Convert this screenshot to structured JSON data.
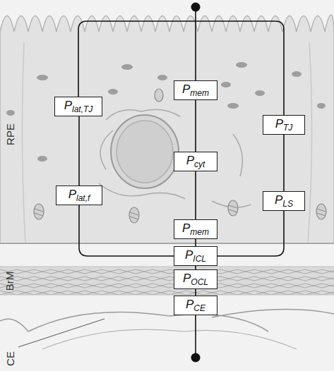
{
  "diagram": {
    "nodes": [
      {
        "text": [
          "Pmem"
        ]
      },
      {
        "text": [
          "Plat,TJ"
        ]
      },
      {
        "text": [
          "PTJ"
        ]
      },
      {
        "text": [
          "Pcyt"
        ]
      },
      {
        "text": [
          "Plat,f"
        ]
      },
      {
        "text": [
          "PLS"
        ]
      },
      {
        "text": [
          "Pmem"
        ]
      },
      {
        "text": [
          "PICL"
        ]
      },
      {
        "text": [
          "POCL"
        ]
      },
      {
        "text": [
          "PCE"
        ]
      }
    ],
    "edges": [
      {
        "from": 0,
        "to": 3,
        "arrow": "none"
      },
      {
        "from": 3,
        "to": 6,
        "arrow": "none"
      },
      {
        "from": 6,
        "to": 7,
        "arrow": "none"
      },
      {
        "from": 7,
        "to": 8,
        "arrow": "none"
      },
      {
        "from": 8,
        "to": 9,
        "arrow": "none"
      },
      {
        "from": 1,
        "to": 4,
        "arrow": "none"
      },
      {
        "from": 4,
        "to": 7,
        "arrow": "none"
      },
      {
        "from": 2,
        "to": 5,
        "arrow": "none"
      },
      {
        "from": 5,
        "to": 7,
        "arrow": "none"
      }
    ],
    "labels": [
      "RPE",
      "BrM",
      "CE"
    ]
  }
}
